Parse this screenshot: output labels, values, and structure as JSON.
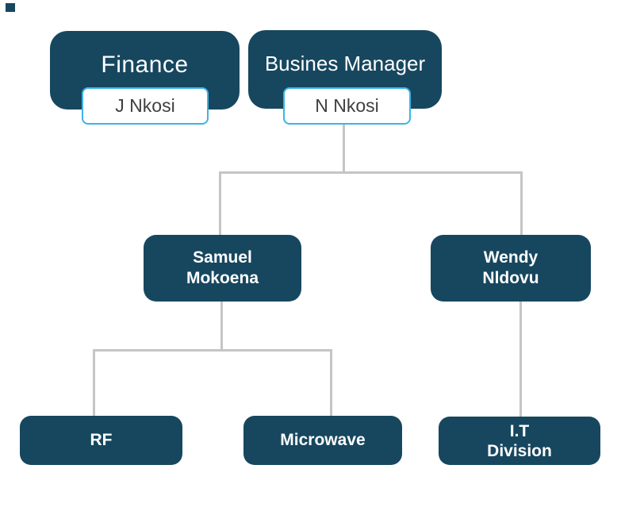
{
  "palette": {
    "box_fill": "#17475F",
    "label_border": "#3CB4E5",
    "label_text": "#3F3F3F",
    "connector": "#C5C5C5",
    "box_text": "#FFFFFF"
  },
  "nodes": {
    "finance": {
      "title": "Finance",
      "person": "J Nkosi"
    },
    "manager": {
      "title": "Busines Manager",
      "person": "N Nkosi"
    },
    "samuel": {
      "line1": "Samuel",
      "line2": "Mokoena"
    },
    "wendy": {
      "line1": "Wendy",
      "line2": "Nldovu"
    },
    "rf": {
      "title": "RF"
    },
    "microwave": {
      "title": "Microwave"
    },
    "it": {
      "line1": "I.T",
      "line2": "Division"
    }
  }
}
